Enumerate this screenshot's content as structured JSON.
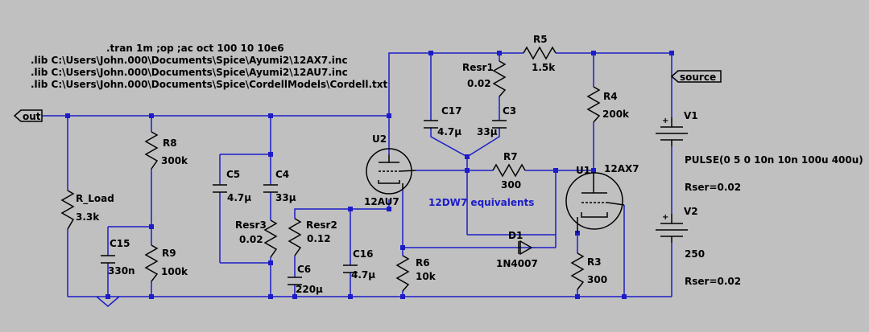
{
  "directives": {
    "spice": ".tran 1m    ;op  ;ac oct 100 10 10e6",
    "lib1": ".lib C:\\Users\\John.000\\Documents\\Spice\\Ayumi2\\12AX7.inc",
    "lib2": ".lib C:\\Users\\John.000\\Documents\\Spice\\Ayumi2\\12AU7.inc",
    "lib3": ".lib C:\\Users\\John.000\\Documents\\Spice\\CordellModels\\Cordell.txt"
  },
  "labels": {
    "out": "out",
    "source": "source"
  },
  "components": {
    "r5_name": "R5",
    "r5_val": "1.5k",
    "resr1_name": "Resr1",
    "resr1_val": "0.02",
    "c17_name": "C17",
    "c17_val": "4.7µ",
    "c3_name": "C3",
    "c3_val": "33µ",
    "r4_name": "R4",
    "r4_val": "200k",
    "v1_name": "V1",
    "v1_val": "PULSE(0 5 0 10n 10n 100u 400u)",
    "v1_rser": "Rser=0.02",
    "v2_name": "V2",
    "v2_val": "250",
    "v2_rser": "Rser=0.02",
    "r8_name": "R8",
    "r8_val": "300k",
    "c5_name": "C5",
    "c5_val": "4.7µ",
    "c4_name": "C4",
    "c4_val": "33µ",
    "u2_name": "U2",
    "u2_val": "12AU7",
    "u1_name": "U1",
    "u1_val": "12AX7",
    "r7_name": "R7",
    "r7_val": "300",
    "rload_name": "R_Load",
    "rload_val": "3.3k",
    "resr3_name": "Resr3",
    "resr3_val": "0.02",
    "resr2_name": "Resr2",
    "resr2_val": "0.12",
    "c15_name": "C15",
    "c15_val": "330n",
    "r9_name": "R9",
    "r9_val": "100k",
    "c16_name": "C16",
    "c16_val": "4.7µ",
    "c6_name": "C6",
    "c6_val": "220µ",
    "r6_name": "R6",
    "r6_val": "10k",
    "d1_name": "D1",
    "d1_val": "1N4007",
    "r3_name": "R3",
    "r3_val": "300"
  },
  "comment": "12DW7 equivalents",
  "colors": {
    "wire": "#1c1cc8",
    "background": "#c0c0c0",
    "text": "#000000",
    "comment": "#1c1cc8"
  }
}
